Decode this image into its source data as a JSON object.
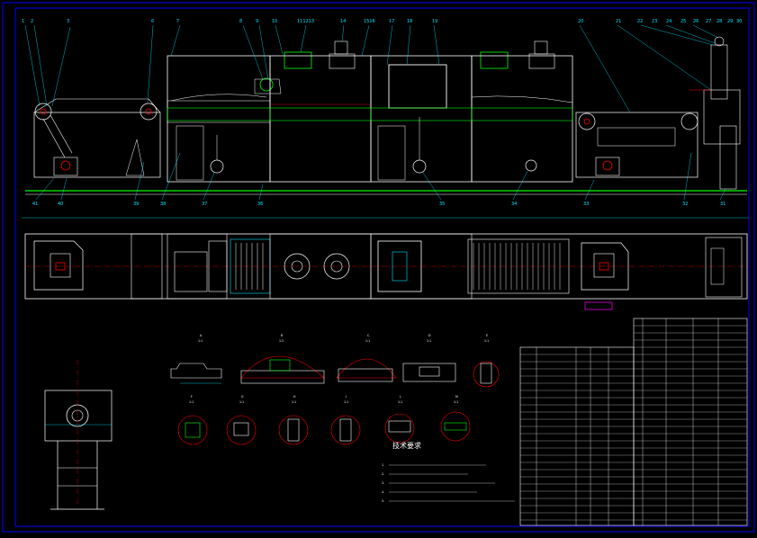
{
  "drawing": {
    "top_callouts": [
      "1",
      "2",
      "3",
      "6",
      "7",
      "8",
      "9",
      "10",
      "111213",
      "14",
      "1516",
      "17",
      "18",
      "19",
      "20",
      "21",
      "22",
      "23",
      "24",
      "25",
      "26",
      "27",
      "28",
      "29",
      "30"
    ],
    "bottom_callouts": [
      "41",
      "40",
      "39",
      "38",
      "37",
      "36",
      "35",
      "34",
      "33",
      "32",
      "31"
    ],
    "section_labels": [
      "A",
      "B",
      "C",
      "D",
      "E",
      "F",
      "G",
      "H",
      "I",
      "L",
      "M"
    ],
    "section_ratios": [
      "1:1",
      "1:2",
      "1:1",
      "1:1",
      "1:1",
      "1:1",
      "1:1",
      "1:1",
      "1:1",
      "1:1",
      "1:1"
    ],
    "notes_title": "技术要求",
    "notes": [
      "1.",
      "2.",
      "3.",
      "4.",
      "5."
    ]
  },
  "colors": {
    "frame": "#0000ff",
    "outline": "#ffffff",
    "green": "#00ff00",
    "red": "#ff0000",
    "cyan": "#00e5ff",
    "yellow": "#ffff00"
  }
}
